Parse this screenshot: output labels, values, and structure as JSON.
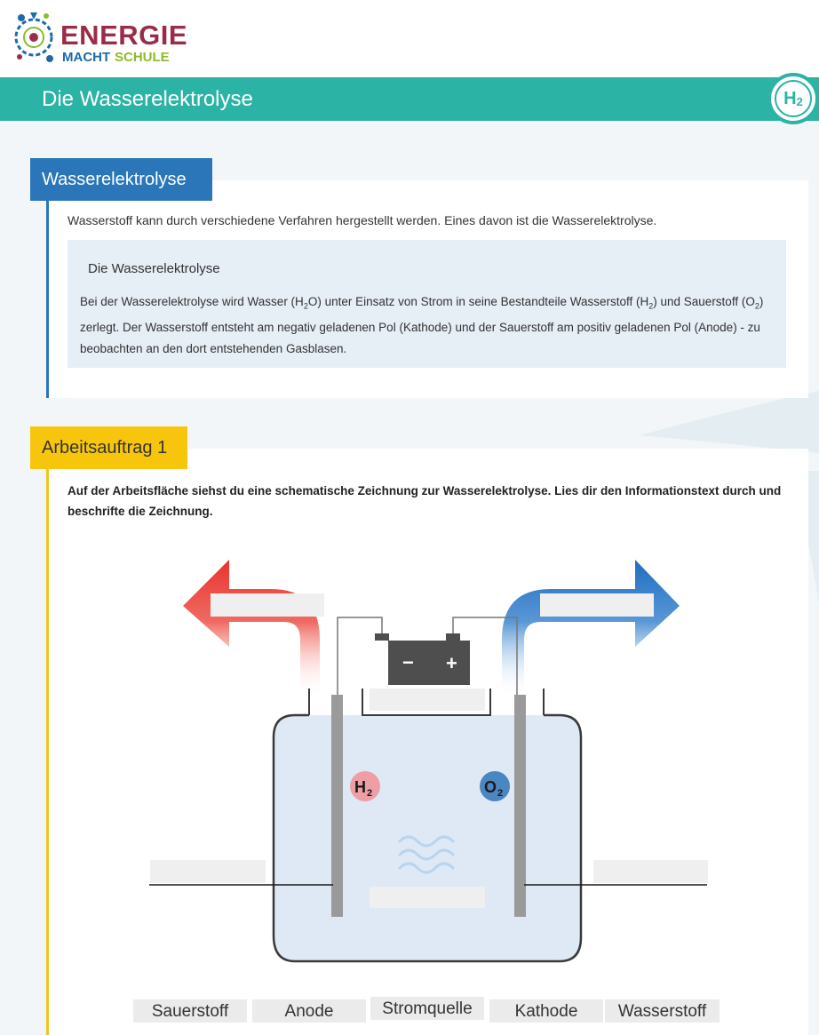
{
  "brand": {
    "logo_line1": "ENERGIE",
    "logo_line2a": "MACHT",
    "logo_line2b": "SCHULE",
    "color_red": "#9b2c49",
    "color_blue": "#1b6aab",
    "color_green": "#8dbb2b"
  },
  "page": {
    "title": "Die Wasserelektrolyse",
    "badge_main": "H",
    "badge_sub": "2",
    "accent_color": "#2bb3a6"
  },
  "section1": {
    "tab_label": "Wasserelektrolyse",
    "intro": "Wasserstoff kann durch verschiedene Verfahren hergestellt werden. Eines davon ist die Wasserelektrolyse.",
    "info_title": "Die Wasserelektrolyse",
    "info_t1": "Bei der Wasserelektrolyse wird Wasser (H",
    "info_s1": "2",
    "info_t2": "O) unter Einsatz von Strom in seine Bestandteile Wasserstoff (H",
    "info_s2": "2",
    "info_t3": ") und Sauerstoff (O",
    "info_s3": "2",
    "info_t4": ") zerlegt. Der Wasserstoff entsteht am negativ geladenen Pol (Kathode) und der Sauerstoff am positiv geladenen Pol (Anode) - zu beobachten an den dort entstehenden Gasblasen."
  },
  "section2": {
    "tab_label": "Arbeitsauftrag 1",
    "task": "Auf der Arbeitsfläche siehst du eine schematische Zeichnung zur Wasserelektrolyse. Lies dir den Informationstext durch und beschrifte die Zeichnung."
  },
  "diagram": {
    "minus": "−",
    "plus": "+",
    "h2_main": "H",
    "h2_sub": "2",
    "o2_main": "O",
    "o2_sub": "2"
  },
  "word_bank": [
    "Sauerstoff",
    "Anode",
    "Stromquelle",
    "Kathode",
    "Wasserstoff"
  ]
}
